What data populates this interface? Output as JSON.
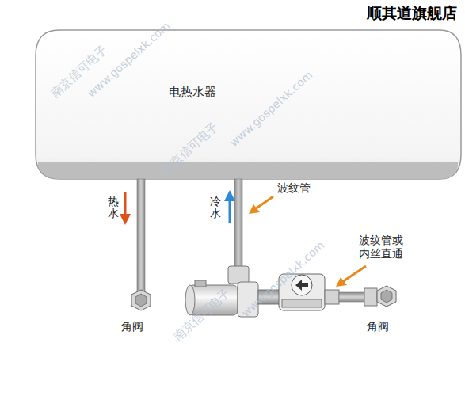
{
  "diagram": {
    "nodes": [
      {
        "text": [
          "电热水器"
        ]
      }
    ],
    "labels": [
      "顺其道旗舰店",
      "热水",
      "冷水",
      "波纹管",
      "波纹管或内丝直通",
      "角阀",
      "角阀",
      "南京信可电子",
      "www.gospelxk.com",
      "南京信可电子",
      "www.gospelxk.com",
      "南京信可电子",
      "www.gospelxk.com"
    ]
  }
}
